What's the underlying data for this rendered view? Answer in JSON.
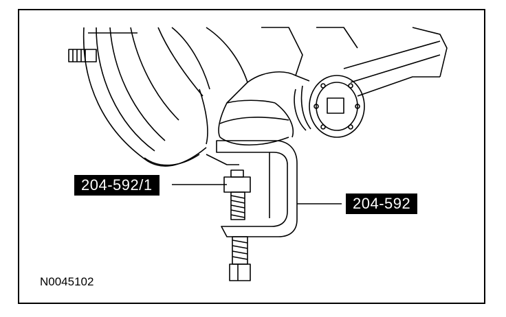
{
  "figure": {
    "labels": {
      "upper_callout": "204-592/1",
      "right_callout": "204-592",
      "figure_code": "N0045102"
    },
    "colors": {
      "ink": "#000000",
      "paper": "#ffffff",
      "callout_bg": "#000000",
      "callout_text": "#ffffff"
    }
  }
}
